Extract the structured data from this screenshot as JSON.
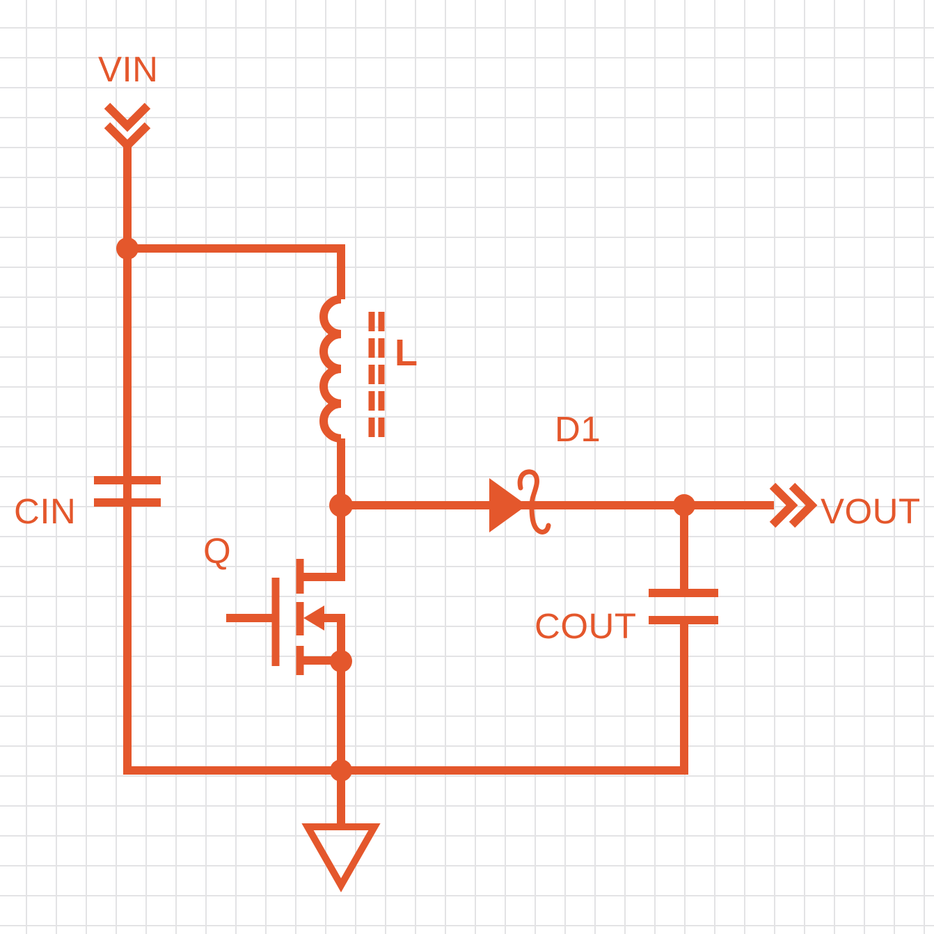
{
  "colors": {
    "accent": "#E4572C",
    "grid": "#E3E3E5",
    "background": "#FFFFFF"
  },
  "schematic": {
    "type": "circuit-schematic",
    "labels": {
      "vin": "VIN",
      "cin": "CIN",
      "inductor": "L",
      "mosfet": "Q",
      "diode": "D1",
      "cout": "COUT",
      "vout": "VOUT"
    },
    "components": [
      {
        "designator": "VIN",
        "type": "input-port"
      },
      {
        "designator": "CIN",
        "type": "capacitor"
      },
      {
        "designator": "L",
        "type": "inductor"
      },
      {
        "designator": "Q",
        "type": "n-mosfet"
      },
      {
        "designator": "D1",
        "type": "diode"
      },
      {
        "designator": "COUT",
        "type": "capacitor"
      },
      {
        "designator": "VOUT",
        "type": "output-port"
      },
      {
        "designator": "GND",
        "type": "ground"
      }
    ]
  }
}
